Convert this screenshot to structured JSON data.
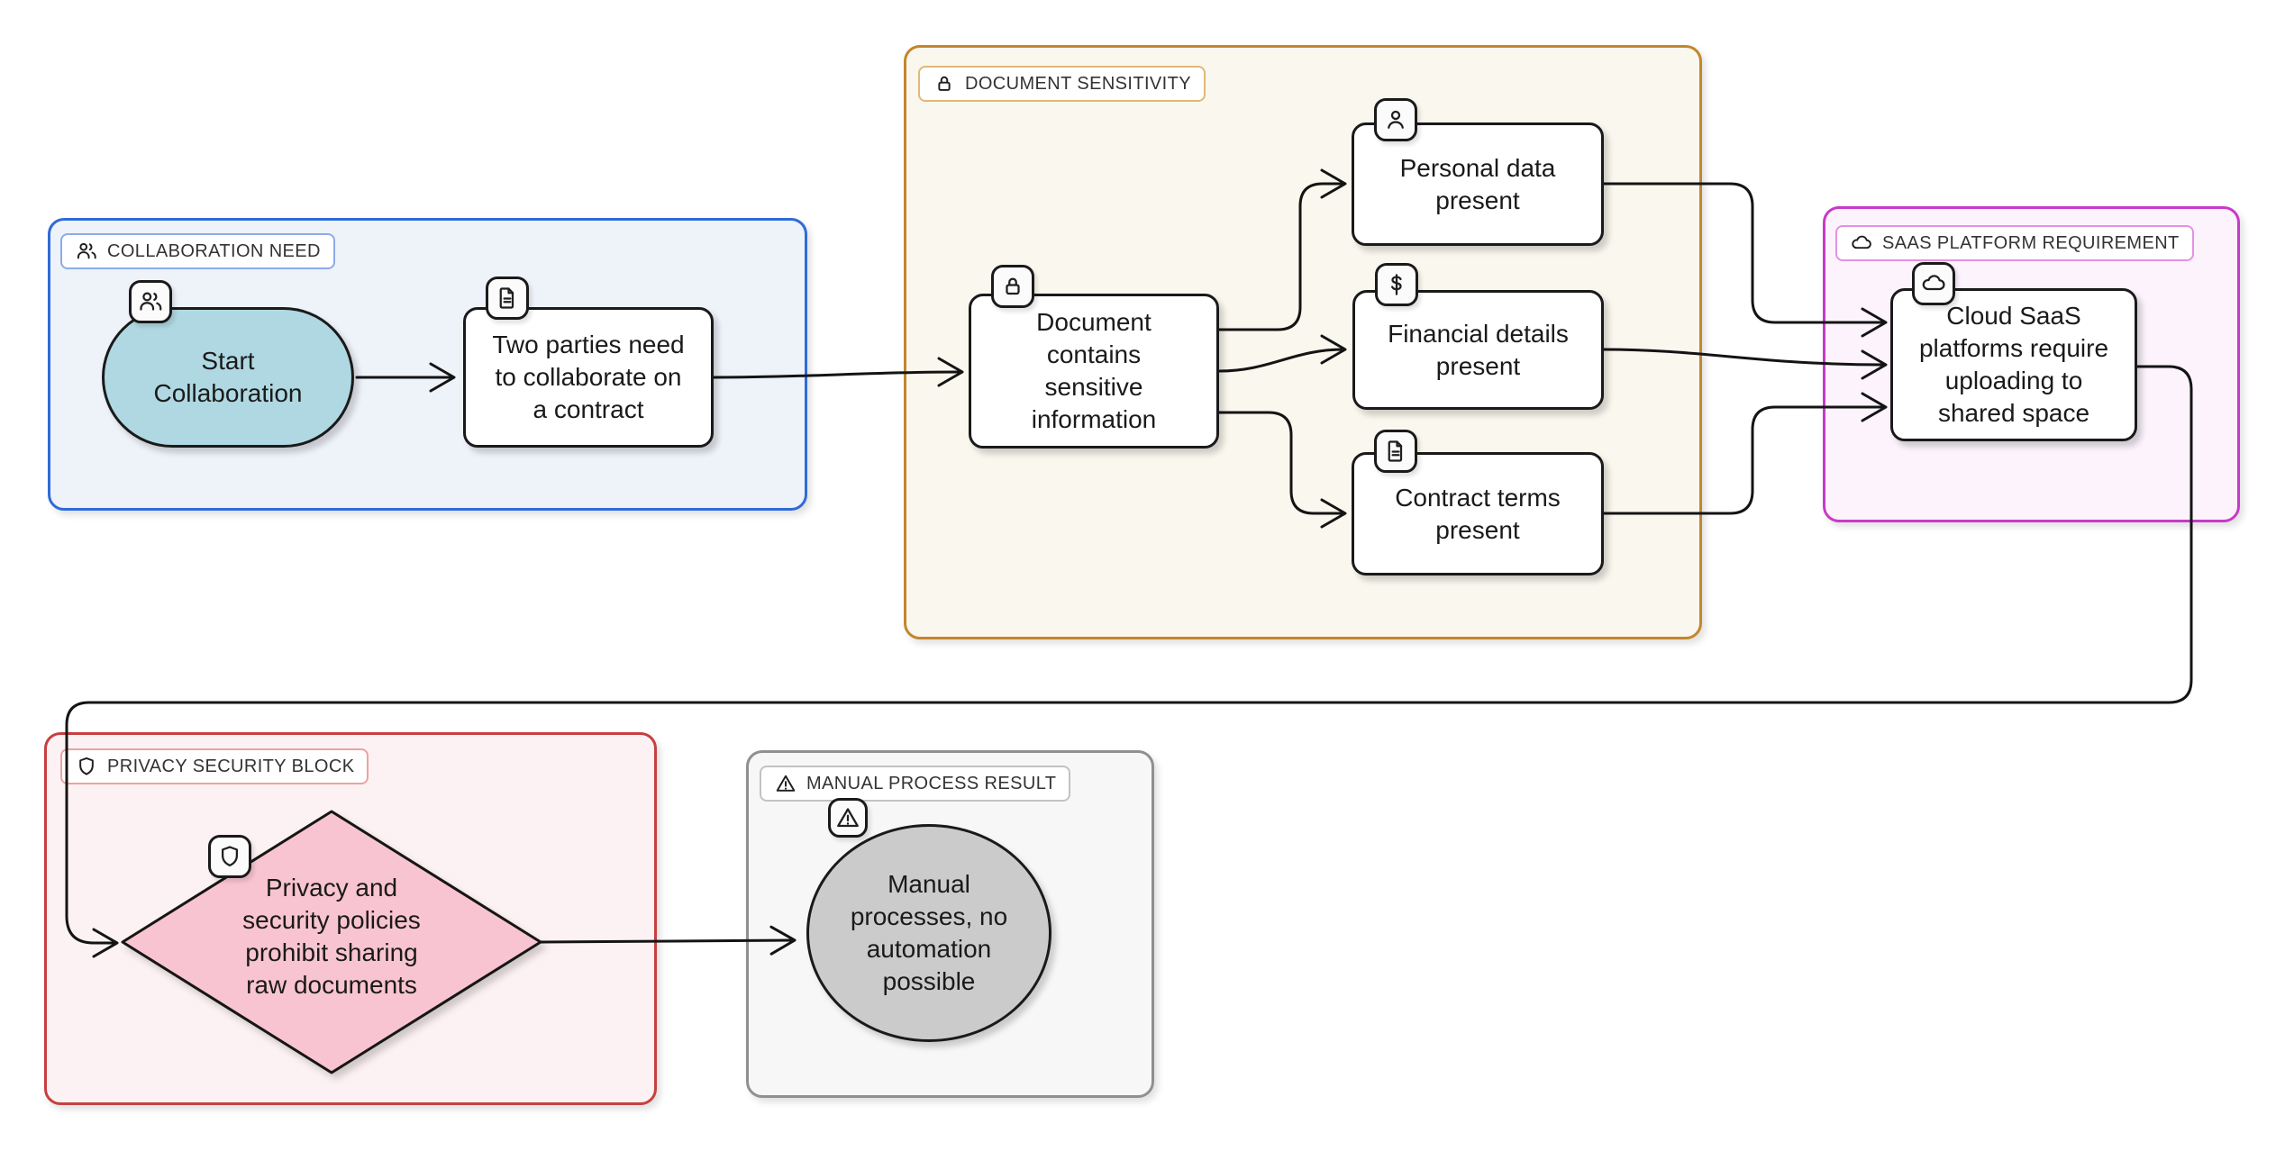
{
  "diagram": {
    "edge_color": "#141414",
    "groups": [
      {
        "label": "COLLABORATION NEED",
        "icon": "users-icon",
        "border_color": "#2f6bd8",
        "bg_color": "#eef2f9",
        "label_border_color": "#8cabe8"
      },
      {
        "label": "DOCUMENT SENSITIVITY",
        "icon": "lock-icon",
        "border_color": "#c3862c",
        "bg_color": "#faf7ee",
        "label_border_color": "#e0b879"
      },
      {
        "label": "SAAS PLATFORM REQUIREMENT",
        "icon": "cloud-icon",
        "border_color": "#c83ac8",
        "bg_color": "#fcf3fc",
        "label_border_color": "#e491e4"
      },
      {
        "label": "PRIVACY SECURITY BLOCK",
        "icon": "shield-icon",
        "border_color": "#c64040",
        "bg_color": "#fdf2f3",
        "label_border_color": "#eba2a2"
      },
      {
        "label": "MANUAL PROCESS RESULT",
        "icon": "warning-icon",
        "border_color": "#909090",
        "bg_color": "#f7f7f7",
        "label_border_color": "#c2c2c2"
      }
    ],
    "nodes": [
      {
        "label": "Start\nCollaboration",
        "icon": "users-icon",
        "fill_color": "#afd8e2"
      },
      {
        "label": "Two parties need\nto collaborate on\na contract",
        "icon": "document-icon",
        "fill_color": "#ffffff"
      },
      {
        "label": "Document\ncontains\nsensitive\ninformation",
        "icon": "lock-icon",
        "fill_color": "#ffffff"
      },
      {
        "label": "Personal data\npresent",
        "icon": "user-icon",
        "fill_color": "#ffffff"
      },
      {
        "label": "Financial details\npresent",
        "icon": "dollar-icon",
        "fill_color": "#ffffff"
      },
      {
        "label": "Contract terms\npresent",
        "icon": "document-icon",
        "fill_color": "#ffffff"
      },
      {
        "label": "Cloud SaaS\nplatforms require\nuploading to\nshared space",
        "icon": "cloud-icon",
        "fill_color": "#ffffff"
      },
      {
        "label": "Privacy and\nsecurity policies\nprohibit sharing\nraw documents",
        "icon": "shield-icon",
        "fill_color": "#f9c4d1"
      },
      {
        "label": "Manual\nprocesses, no\nautomation\npossible",
        "icon": "warning-icon",
        "fill_color": "#cbcbcb"
      }
    ]
  }
}
